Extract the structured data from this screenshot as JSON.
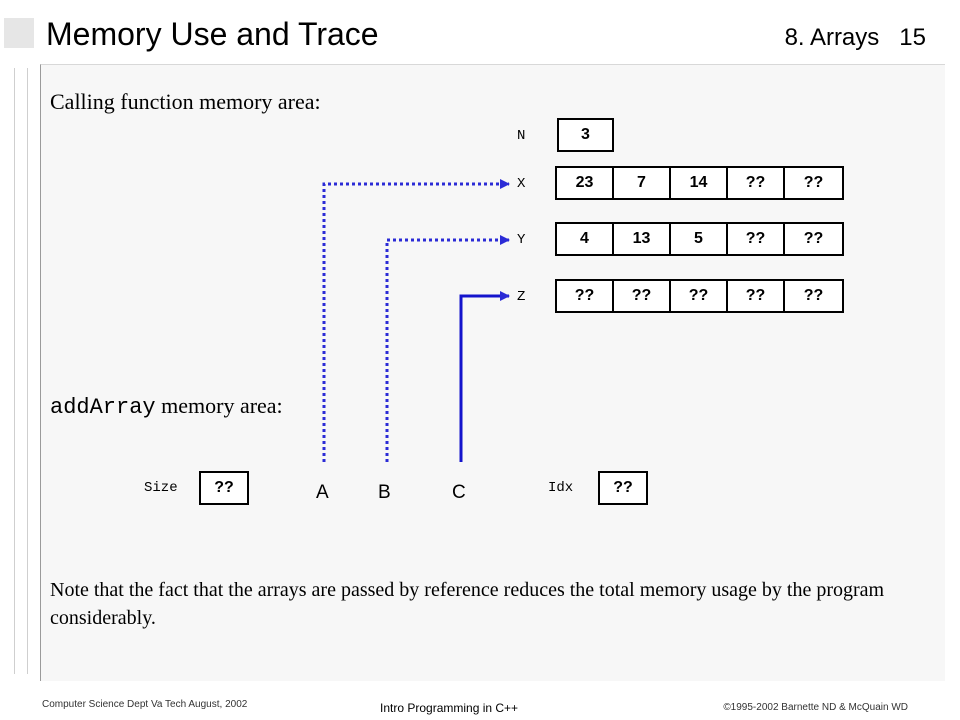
{
  "header": {
    "title": "Memory Use and Trace",
    "chapter": "8. Arrays",
    "page": "15"
  },
  "calling_area_label": "Calling function memory area:",
  "addarray_label": {
    "code": "addArray",
    "text": " memory area:"
  },
  "calling_vars": {
    "n": {
      "name": "N",
      "value": "3"
    },
    "arrays": [
      {
        "name": "X",
        "cells": [
          "23",
          "7",
          "14",
          "??",
          "??"
        ]
      },
      {
        "name": "Y",
        "cells": [
          "4",
          "13",
          "5",
          "??",
          "??"
        ]
      },
      {
        "name": "Z",
        "cells": [
          "??",
          "??",
          "??",
          "??",
          "??"
        ]
      }
    ]
  },
  "addarray_vars": {
    "size": {
      "name": "Size",
      "value": "??"
    },
    "params": [
      "A",
      "B",
      "C"
    ],
    "idx": {
      "name": "Idx",
      "value": "??"
    }
  },
  "note": "Note that the fact that the arrays are passed by reference reduces the total memory usage by the program considerably.",
  "footer": {
    "left": "Computer Science Dept Va Tech  August, 2002",
    "center": "Intro Programming in C++",
    "right": "©1995-2002  Barnette ND & McQuain WD"
  },
  "colors": {
    "reference_dotted": "#2b2bd6",
    "reference_solid": "#1414cc",
    "panel_background": "#f7f7f7"
  }
}
